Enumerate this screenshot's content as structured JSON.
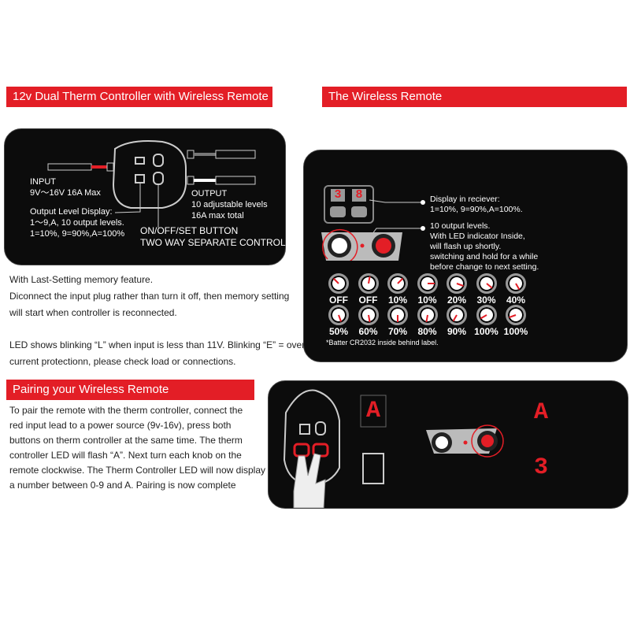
{
  "colors": {
    "accent": "#e31e26",
    "panel": "#0c0c0c"
  },
  "left": {
    "title": "12v Dual Therm Controller with Wireless Remote",
    "diagram": {
      "input_label": "INPUT",
      "input_spec": "9V～16V 16A Max",
      "display_label": "Output Level Display:",
      "display_line1": "1～9,A, 10 output levels.",
      "display_line2": "1=10%, 9=90%,A=100%",
      "output_label": "OUTPUT",
      "output_line1": "10 adjustable levels",
      "output_line2": "16A max total",
      "button_line1": "ON/OFF/SET BUTTON",
      "button_line2": "TWO WAY SEPARATE CONTROL"
    },
    "memory_lines": [
      "With Last-Setting memory feature.",
      "Diconnect the input plug rather than turn it off, then memory setting",
      "will start when controller is reconnected."
    ],
    "led_lines": [
      "LED shows blinking “L” when input is less than 11V. Blinking “E” = over",
      "current protectionn, please check load or connections."
    ]
  },
  "right": {
    "title": "The  Wireless Remote",
    "display_digits": [
      "3",
      "8"
    ],
    "display_note": [
      "Display in reciever:",
      "1=10%, 9=90%,A=100%."
    ],
    "levels_note": [
      "10 output levels.",
      "With LED indicator Inside,",
      "will flash up shortly.",
      "switching and hold for a while",
      "before change to next setting."
    ],
    "knobs": [
      "OFF",
      "OFF",
      "10%",
      "10%",
      "20%",
      "30%",
      "40%",
      "50%",
      "60%",
      "70%",
      "80%",
      "90%",
      "100%",
      "100%"
    ],
    "battery_note": "*Batter   CR2032 inside behind label."
  },
  "pairing": {
    "title": "Pairing your Wireless Remote",
    "lines": [
      "To pair the remote with the therm controller, connect the",
      "red input lead to a power source (9v-16v), press both",
      "buttons on therm controller at the same time.  The  therm",
      "controller LED will flash “A”.  Next turn each knob on the",
      "remote clockwise. The Therm Controller LED will now display",
      "a number between 0-9 and A. Pairing is now complete"
    ],
    "digits": [
      "A",
      "A",
      "3"
    ]
  }
}
